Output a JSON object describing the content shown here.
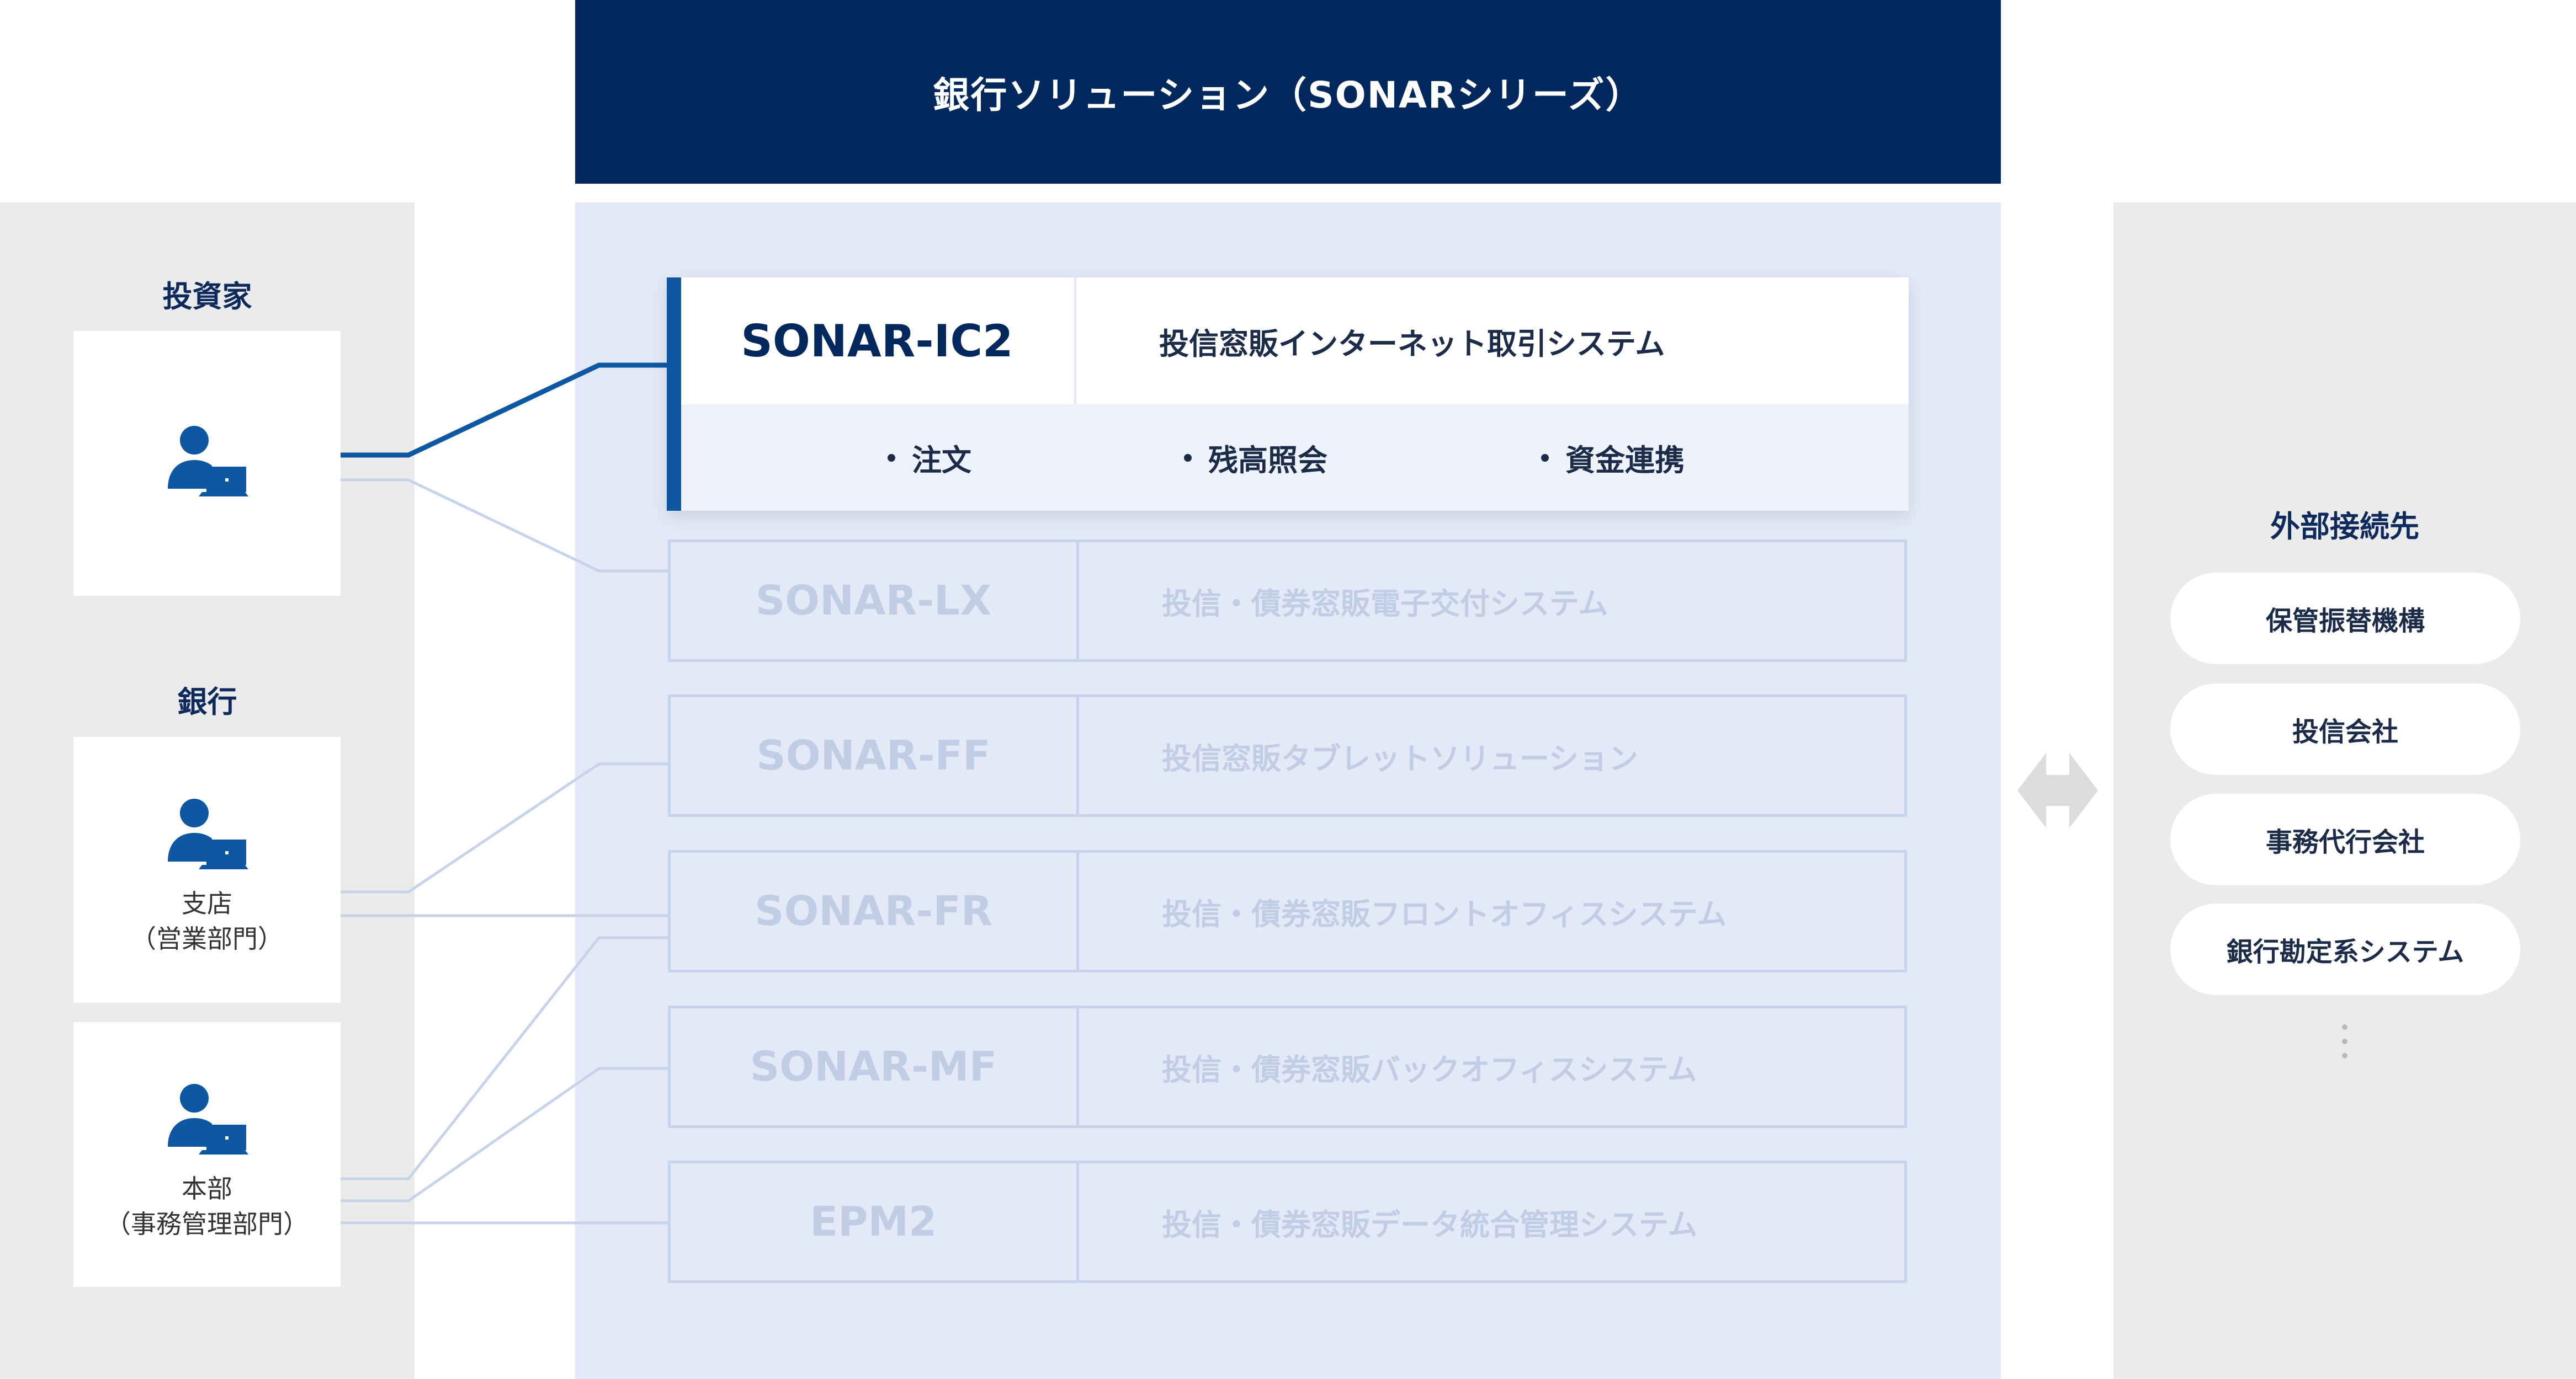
{
  "header": {
    "title": "銀行ソリューション（SONARシリーズ）"
  },
  "left": {
    "investor": {
      "title": "投資家",
      "icon": "user-laptop-icon"
    },
    "bank": {
      "title": "銀行",
      "branch": {
        "line1": "支店",
        "line2": "（営業部門）",
        "icon": "user-laptop-icon"
      },
      "hq": {
        "line1": "本部",
        "line2": "（事務管理部門）",
        "icon": "user-laptop-icon"
      }
    }
  },
  "systems": {
    "featured": {
      "name": "SONAR-IC2",
      "desc": "投信窓販インターネット取引システム",
      "features": [
        "注文",
        "残高照会",
        "資金連携"
      ]
    },
    "others": [
      {
        "name": "SONAR-LX",
        "desc": "投信・債券窓販電子交付システム"
      },
      {
        "name": "SONAR-FF",
        "desc": "投信窓販タブレットソリューション"
      },
      {
        "name": "SONAR-FR",
        "desc": "投信・債券窓販フロントオフィスシステム"
      },
      {
        "name": "SONAR-MF",
        "desc": "投信・債券窓販バックオフィスシステム"
      },
      {
        "name": "EPM2",
        "desc": "投信・債券窓販データ統合管理システム"
      }
    ]
  },
  "external": {
    "title": "外部接続先",
    "items": [
      "保管振替機構",
      "投信会社",
      "事務代行会社",
      "銀行勘定系システム"
    ],
    "more_icon": "vertical-ellipsis-icon",
    "arrow_icon": "double-arrow-icon"
  },
  "colors": {
    "navy": "#03285e",
    "accent_blue": "#0d57a3",
    "faded_blue": "#c6d3ea",
    "panel_gray": "#ebebeb",
    "panel_blue": "#e3e9f6"
  }
}
